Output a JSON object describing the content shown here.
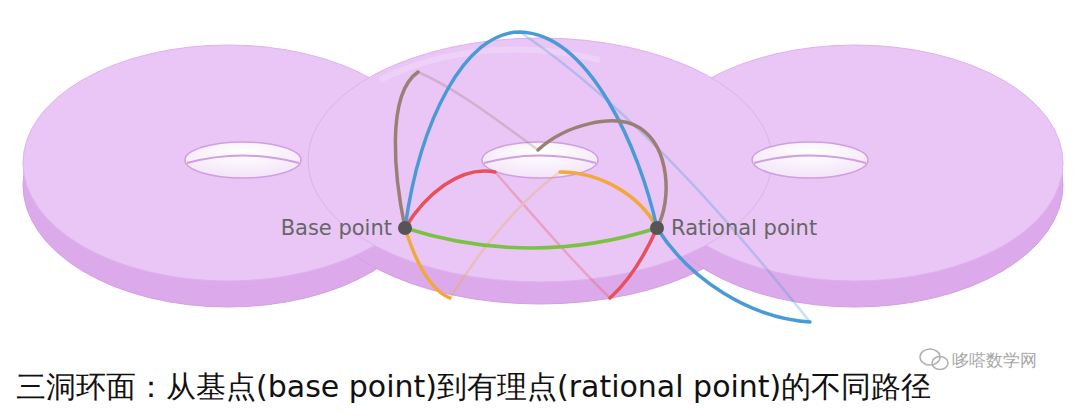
{
  "diagram": {
    "caption": "三洞环面：从基点(base point)到有理点(rational point)的不同路径",
    "labels": [
      "Base point",
      "Rational point",
      "哆嗒数学网"
    ]
  }
}
